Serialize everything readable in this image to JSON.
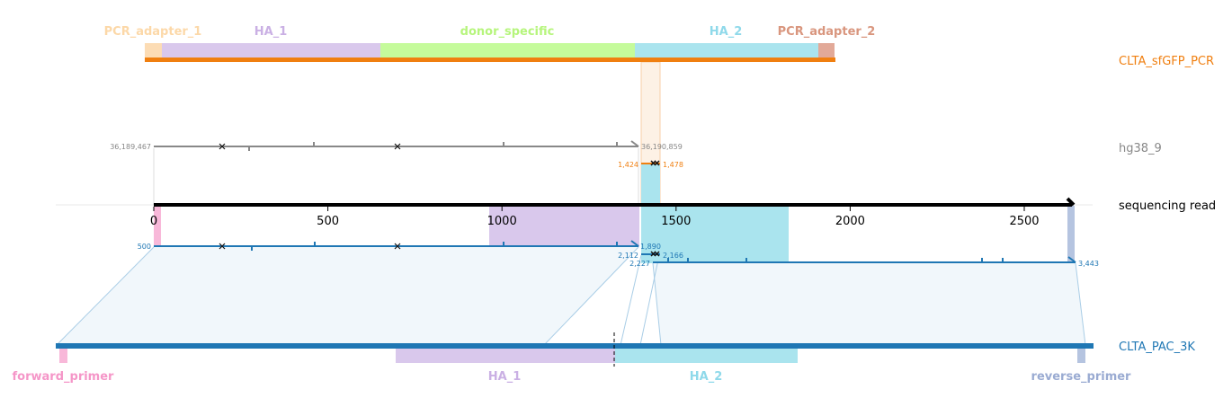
{
  "tracks": {
    "amplicon": {
      "label": "CLTA_sfGFP_PCR",
      "color": "#f07f10"
    },
    "genome": {
      "label": "hg38_9",
      "color": "#888888"
    },
    "read": {
      "label": "sequencing read",
      "color": "#000000"
    },
    "plasmid": {
      "label": "CLTA_PAC_3K",
      "color": "#1f77b4"
    }
  },
  "amplicon_features": [
    {
      "name": "PCR_adapter_1",
      "color": "#fcdcb4"
    },
    {
      "name": "HA_1",
      "color": "#d9c8ec"
    },
    {
      "name": "donor_specific",
      "color": "#c5fb9b"
    },
    {
      "name": "HA_2",
      "color": "#aae4ee"
    },
    {
      "name": "PCR_adapter_2",
      "color": "#e2a998"
    }
  ],
  "plasmid_features": [
    {
      "name": "forward_primer",
      "color": "#f8b8d9"
    },
    {
      "name": "HA_1",
      "color": "#d9c8ec"
    },
    {
      "name": "HA_2",
      "color": "#aae4ee"
    },
    {
      "name": "reverse_primer",
      "color": "#b5c4e0"
    }
  ],
  "label_colors": {
    "PCR_adapter_1": "#fcd8a8",
    "HA_1": "#cab0e4",
    "donor_specific": "#b6f57c",
    "HA_2": "#8fd9ea",
    "PCR_adapter_2": "#d9967e",
    "forward_primer": "#f596c8",
    "reverse_primer": "#9aabd2"
  },
  "read_axis": {
    "ticks": [
      0,
      500,
      1000,
      1500,
      2000,
      2500
    ],
    "tick_labels": [
      "0",
      "500",
      "1000",
      "1500",
      "2000",
      "2500"
    ]
  },
  "coordinates": {
    "genome_start": "36,189,467",
    "genome_end": "36,190,859",
    "amplicon_left": "1,424",
    "amplicon_right": "1,478",
    "plasmid_first_start": "500",
    "plasmid_first_end": "1,890",
    "plasmid_mid_left": "2,112",
    "plasmid_mid_right": "2,166",
    "plasmid_second_start": "2,227",
    "plasmid_second_end": "3,443"
  }
}
